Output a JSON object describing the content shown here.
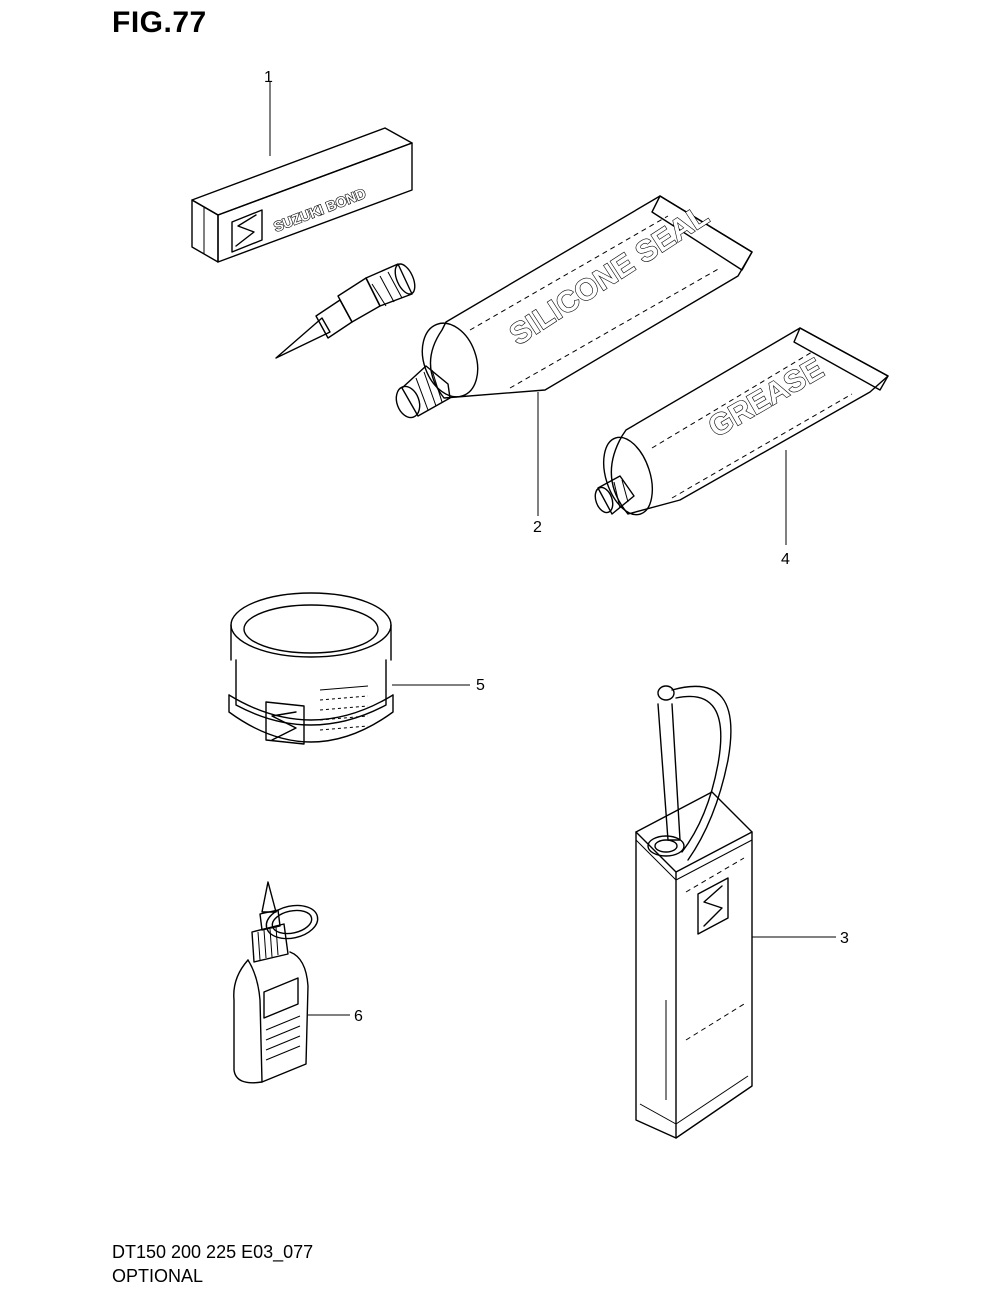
{
  "figure": {
    "title": "FIG.77"
  },
  "footer": {
    "model": "DT150 200 225 E03_077",
    "section": "OPTIONAL"
  },
  "products": {
    "bond_label": "SUZUKI BOND",
    "silicone_label": "SILICONE SEAL",
    "grease_label": "GREASE"
  },
  "callouts": [
    "1",
    "2",
    "3",
    "4",
    "5",
    "6"
  ]
}
